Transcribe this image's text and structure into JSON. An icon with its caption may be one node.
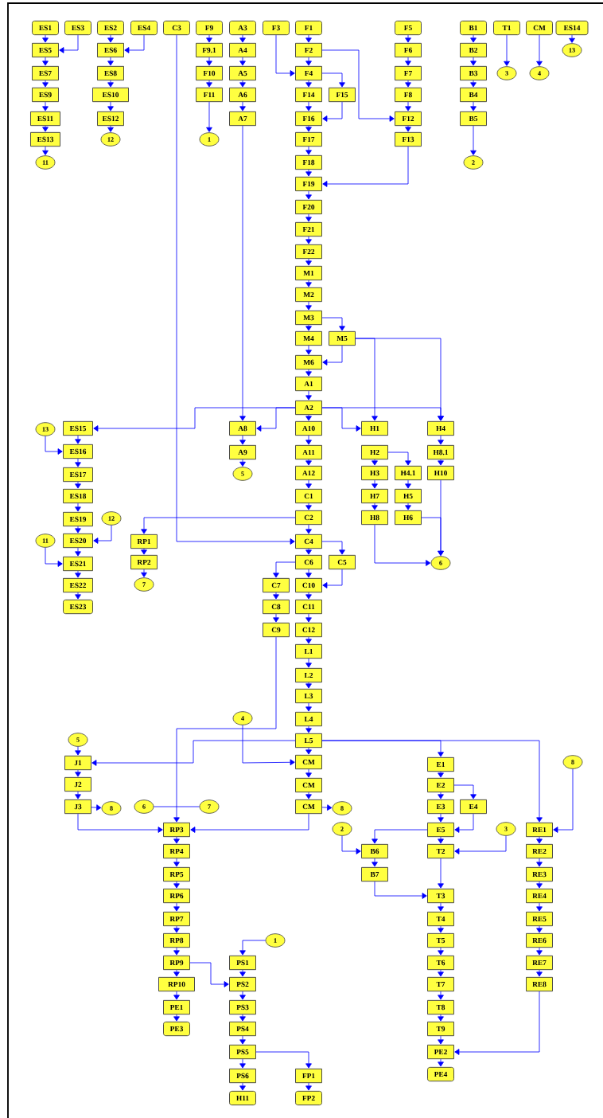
{
  "diagram": {
    "nodes": [
      {
        "text": [
          "ES1"
        ]
      },
      {
        "text": [
          "ES5"
        ]
      },
      {
        "text": [
          "ES7"
        ]
      },
      {
        "text": [
          "ES9"
        ]
      },
      {
        "text": [
          "ES11"
        ]
      },
      {
        "text": [
          "ES13"
        ]
      },
      {
        "text": [
          "11"
        ]
      },
      {
        "text": [
          "ES3"
        ]
      },
      {
        "text": [
          "ES2"
        ]
      },
      {
        "text": [
          "ES6"
        ]
      },
      {
        "text": [
          "ES8"
        ]
      },
      {
        "text": [
          "ES10"
        ]
      },
      {
        "text": [
          "ES12"
        ]
      },
      {
        "text": [
          "12"
        ]
      },
      {
        "text": [
          "ES4"
        ]
      },
      {
        "text": [
          "C3"
        ]
      },
      {
        "text": [
          "F9"
        ]
      },
      {
        "text": [
          "F9.1"
        ]
      },
      {
        "text": [
          "F10"
        ]
      },
      {
        "text": [
          "F11"
        ]
      },
      {
        "text": [
          "1"
        ]
      },
      {
        "text": [
          "A3"
        ]
      },
      {
        "text": [
          "A4"
        ]
      },
      {
        "text": [
          "A5"
        ]
      },
      {
        "text": [
          "A6"
        ]
      },
      {
        "text": [
          "A7"
        ]
      },
      {
        "text": [
          "F3"
        ]
      },
      {
        "text": [
          "F1"
        ]
      },
      {
        "text": [
          "F2"
        ]
      },
      {
        "text": [
          "F4"
        ]
      },
      {
        "text": [
          "F14"
        ]
      },
      {
        "text": [
          "F16"
        ]
      },
      {
        "text": [
          "F17"
        ]
      },
      {
        "text": [
          "F18"
        ]
      },
      {
        "text": [
          "F19"
        ]
      },
      {
        "text": [
          "F20"
        ]
      },
      {
        "text": [
          "F21"
        ]
      },
      {
        "text": [
          "F22"
        ]
      },
      {
        "text": [
          "M1"
        ]
      },
      {
        "text": [
          "M2"
        ]
      },
      {
        "text": [
          "M3"
        ]
      },
      {
        "text": [
          "M4"
        ]
      },
      {
        "text": [
          "M6"
        ]
      },
      {
        "text": [
          "A1"
        ]
      },
      {
        "text": [
          "A2"
        ]
      },
      {
        "text": [
          "A10"
        ]
      },
      {
        "text": [
          "A11"
        ]
      },
      {
        "text": [
          "A12"
        ]
      },
      {
        "text": [
          "C1"
        ]
      },
      {
        "text": [
          "C2"
        ]
      },
      {
        "text": [
          "C4"
        ]
      },
      {
        "text": [
          "C6"
        ]
      },
      {
        "text": [
          "C10"
        ]
      },
      {
        "text": [
          "C11"
        ]
      },
      {
        "text": [
          "C12"
        ]
      },
      {
        "text": [
          "L1"
        ]
      },
      {
        "text": [
          "L2"
        ]
      },
      {
        "text": [
          "L3"
        ]
      },
      {
        "text": [
          "L4"
        ]
      },
      {
        "text": [
          "L5"
        ]
      },
      {
        "text": [
          "CM"
        ]
      },
      {
        "text": [
          "CM"
        ]
      },
      {
        "text": [
          "CM"
        ]
      },
      {
        "text": [
          "F15"
        ]
      },
      {
        "text": [
          "M5"
        ]
      },
      {
        "text": [
          "C5"
        ]
      },
      {
        "text": [
          "F5"
        ]
      },
      {
        "text": [
          "F6"
        ]
      },
      {
        "text": [
          "F7"
        ]
      },
      {
        "text": [
          "F8"
        ]
      },
      {
        "text": [
          "F12"
        ]
      },
      {
        "text": [
          "F13"
        ]
      },
      {
        "text": [
          "B1"
        ]
      },
      {
        "text": [
          "B2"
        ]
      },
      {
        "text": [
          "B3"
        ]
      },
      {
        "text": [
          "B4"
        ]
      },
      {
        "text": [
          "B5"
        ]
      },
      {
        "text": [
          "2"
        ]
      },
      {
        "text": [
          "T1"
        ]
      },
      {
        "text": [
          "3"
        ]
      },
      {
        "text": [
          "CM"
        ]
      },
      {
        "text": [
          "4"
        ]
      },
      {
        "text": [
          "ES14"
        ]
      },
      {
        "text": [
          "13"
        ]
      },
      {
        "text": [
          "13"
        ]
      },
      {
        "text": [
          "ES15"
        ]
      },
      {
        "text": [
          "ES16"
        ]
      },
      {
        "text": [
          "ES17"
        ]
      },
      {
        "text": [
          "ES18"
        ]
      },
      {
        "text": [
          "ES19"
        ]
      },
      {
        "text": [
          "ES20"
        ]
      },
      {
        "text": [
          "ES21"
        ]
      },
      {
        "text": [
          "ES22"
        ]
      },
      {
        "text": [
          "ES23"
        ]
      },
      {
        "text": [
          "12"
        ]
      },
      {
        "text": [
          "11"
        ]
      },
      {
        "text": [
          "RP1"
        ]
      },
      {
        "text": [
          "RP2"
        ]
      },
      {
        "text": [
          "7"
        ]
      },
      {
        "text": [
          "A8"
        ]
      },
      {
        "text": [
          "A9"
        ]
      },
      {
        "text": [
          "5"
        ]
      },
      {
        "text": [
          "C7"
        ]
      },
      {
        "text": [
          "C8"
        ]
      },
      {
        "text": [
          "C9"
        ]
      },
      {
        "text": [
          "H1"
        ]
      },
      {
        "text": [
          "H2"
        ]
      },
      {
        "text": [
          "H3"
        ]
      },
      {
        "text": [
          "H7"
        ]
      },
      {
        "text": [
          "H8"
        ]
      },
      {
        "text": [
          "H4.1"
        ]
      },
      {
        "text": [
          "H5"
        ]
      },
      {
        "text": [
          "H6"
        ]
      },
      {
        "text": [
          "H4"
        ]
      },
      {
        "text": [
          "H8.1"
        ]
      },
      {
        "text": [
          "H10"
        ]
      },
      {
        "text": [
          "6"
        ]
      },
      {
        "text": [
          "4"
        ]
      },
      {
        "text": [
          "5"
        ]
      },
      {
        "text": [
          "J1"
        ]
      },
      {
        "text": [
          "J2"
        ]
      },
      {
        "text": [
          "J3"
        ]
      },
      {
        "text": [
          "8"
        ]
      },
      {
        "text": [
          "6"
        ]
      },
      {
        "text": [
          "7"
        ]
      },
      {
        "text": [
          "RP3"
        ]
      },
      {
        "text": [
          "RP4"
        ]
      },
      {
        "text": [
          "RP5"
        ]
      },
      {
        "text": [
          "RP6"
        ]
      },
      {
        "text": [
          "RP7"
        ]
      },
      {
        "text": [
          "RP8"
        ]
      },
      {
        "text": [
          "RP9"
        ]
      },
      {
        "text": [
          "RP10"
        ]
      },
      {
        "text": [
          "PE1"
        ]
      },
      {
        "text": [
          "PE3"
        ]
      },
      {
        "text": [
          "1"
        ]
      },
      {
        "text": [
          "PS1"
        ]
      },
      {
        "text": [
          "PS2"
        ]
      },
      {
        "text": [
          "PS3"
        ]
      },
      {
        "text": [
          "PS4"
        ]
      },
      {
        "text": [
          "PS5"
        ]
      },
      {
        "text": [
          "PS6"
        ]
      },
      {
        "text": [
          "H11"
        ]
      },
      {
        "text": [
          "FP1"
        ]
      },
      {
        "text": [
          "FP2"
        ]
      },
      {
        "text": [
          "8"
        ]
      },
      {
        "text": [
          "2"
        ]
      },
      {
        "text": [
          "B6"
        ]
      },
      {
        "text": [
          "B7"
        ]
      },
      {
        "text": [
          "E1"
        ]
      },
      {
        "text": [
          "E2"
        ]
      },
      {
        "text": [
          "E3"
        ]
      },
      {
        "text": [
          "E4"
        ]
      },
      {
        "text": [
          "E5"
        ]
      },
      {
        "text": [
          "T2"
        ]
      },
      {
        "text": [
          "3"
        ]
      },
      {
        "text": [
          "T3"
        ]
      },
      {
        "text": [
          "T4"
        ]
      },
      {
        "text": [
          "T5"
        ]
      },
      {
        "text": [
          "T6"
        ]
      },
      {
        "text": [
          "T7"
        ]
      },
      {
        "text": [
          "T8"
        ]
      },
      {
        "text": [
          "T9"
        ]
      },
      {
        "text": [
          "PE2"
        ]
      },
      {
        "text": [
          "PE4"
        ]
      },
      {
        "text": [
          "8"
        ]
      },
      {
        "text": [
          "RE1"
        ]
      },
      {
        "text": [
          "RE2"
        ]
      },
      {
        "text": [
          "RE3"
        ]
      },
      {
        "text": [
          "RE4"
        ]
      },
      {
        "text": [
          "RE5"
        ]
      },
      {
        "text": [
          "RE6"
        ]
      },
      {
        "text": [
          "RE7"
        ]
      },
      {
        "text": [
          "RE8"
        ]
      }
    ],
    "edges": [
      {
        "from": 0,
        "to": 1,
        "arrow": "to"
      },
      {
        "from": 7,
        "to": 1,
        "arrow": "to"
      },
      {
        "from": 1,
        "to": 2,
        "arrow": "to"
      },
      {
        "from": 2,
        "to": 3,
        "arrow": "to"
      },
      {
        "from": 3,
        "to": 4,
        "arrow": "to"
      },
      {
        "from": 4,
        "to": 5,
        "arrow": "to"
      },
      {
        "from": 5,
        "to": 6,
        "arrow": "to"
      },
      {
        "from": 8,
        "to": 9,
        "arrow": "to"
      },
      {
        "from": 14,
        "to": 9,
        "arrow": "to"
      },
      {
        "from": 9,
        "to": 10,
        "arrow": "to"
      },
      {
        "from": 10,
        "to": 11,
        "arrow": "to"
      },
      {
        "from": 11,
        "to": 12,
        "arrow": "to"
      },
      {
        "from": 12,
        "to": 13,
        "arrow": "to"
      },
      {
        "from": 15,
        "to": 50,
        "arrow": "to"
      },
      {
        "from": 16,
        "to": 17,
        "arrow": "to"
      },
      {
        "from": 17,
        "to": 18,
        "arrow": "to"
      },
      {
        "from": 18,
        "to": 19,
        "arrow": "to"
      },
      {
        "from": 19,
        "to": 20,
        "arrow": "to"
      },
      {
        "from": 21,
        "to": 22,
        "arrow": "to"
      },
      {
        "from": 22,
        "to": 23,
        "arrow": "to"
      },
      {
        "from": 23,
        "to": 24,
        "arrow": "to"
      },
      {
        "from": 24,
        "to": 25,
        "arrow": "to"
      },
      {
        "from": 25,
        "to": 99,
        "arrow": "to"
      },
      {
        "from": 26,
        "to": 29,
        "arrow": "to"
      },
      {
        "from": 27,
        "to": 28,
        "arrow": "to"
      },
      {
        "from": 28,
        "to": 29,
        "arrow": "to"
      },
      {
        "from": 29,
        "to": 30,
        "arrow": "to"
      },
      {
        "from": 29,
        "to": 63,
        "arrow": "to"
      },
      {
        "from": 28,
        "to": 70,
        "arrow": "to"
      },
      {
        "from": 30,
        "to": 31,
        "arrow": "to"
      },
      {
        "from": 63,
        "to": 31,
        "arrow": "to"
      },
      {
        "from": 31,
        "to": 32,
        "arrow": "to"
      },
      {
        "from": 32,
        "to": 33,
        "arrow": "to"
      },
      {
        "from": 33,
        "to": 34,
        "arrow": "to"
      },
      {
        "from": 71,
        "to": 34,
        "arrow": "to"
      },
      {
        "from": 34,
        "to": 35,
        "arrow": "to"
      },
      {
        "from": 35,
        "to": 36,
        "arrow": "to"
      },
      {
        "from": 36,
        "to": 37,
        "arrow": "to"
      },
      {
        "from": 37,
        "to": 38,
        "arrow": "to"
      },
      {
        "from": 38,
        "to": 39,
        "arrow": "to"
      },
      {
        "from": 39,
        "to": 40,
        "arrow": "to"
      },
      {
        "from": 40,
        "to": 41,
        "arrow": "to"
      },
      {
        "from": 40,
        "to": 64,
        "arrow": "to"
      },
      {
        "from": 41,
        "to": 42,
        "arrow": "to"
      },
      {
        "from": 64,
        "to": 42,
        "arrow": "to"
      },
      {
        "from": 64,
        "to": 105,
        "arrow": "to"
      },
      {
        "from": 64,
        "to": 113,
        "arrow": "to"
      },
      {
        "from": 42,
        "to": 43,
        "arrow": "to"
      },
      {
        "from": 43,
        "to": 44,
        "arrow": "to"
      },
      {
        "from": 44,
        "to": 45,
        "arrow": "to"
      },
      {
        "from": 44,
        "to": 105,
        "arrow": "to"
      },
      {
        "from": 44,
        "to": 113,
        "arrow": "to"
      },
      {
        "from": 44,
        "to": 99,
        "arrow": "to"
      },
      {
        "from": 44,
        "to": 85,
        "arrow": "to"
      },
      {
        "from": 45,
        "to": 46,
        "arrow": "to"
      },
      {
        "from": 46,
        "to": 47,
        "arrow": "to"
      },
      {
        "from": 47,
        "to": 48,
        "arrow": "to"
      },
      {
        "from": 48,
        "to": 49,
        "arrow": "to"
      },
      {
        "from": 49,
        "to": 50,
        "arrow": "to"
      },
      {
        "from": 49,
        "to": 96,
        "arrow": "to"
      },
      {
        "from": 50,
        "to": 51,
        "arrow": "to"
      },
      {
        "from": 50,
        "to": 65,
        "arrow": "to"
      },
      {
        "from": 51,
        "to": 52,
        "arrow": "to"
      },
      {
        "from": 65,
        "to": 52,
        "arrow": "to"
      },
      {
        "from": 51,
        "to": 102,
        "arrow": "to"
      },
      {
        "from": 52,
        "to": 53,
        "arrow": "to"
      },
      {
        "from": 53,
        "to": 54,
        "arrow": "to"
      },
      {
        "from": 54,
        "to": 55,
        "arrow": "to"
      },
      {
        "from": 55,
        "to": 56,
        "arrow": "to"
      },
      {
        "from": 56,
        "to": 57,
        "arrow": "to"
      },
      {
        "from": 57,
        "to": 58,
        "arrow": "to"
      },
      {
        "from": 58,
        "to": 59,
        "arrow": "to"
      },
      {
        "from": 59,
        "to": 60,
        "arrow": "to"
      },
      {
        "from": 60,
        "to": 61,
        "arrow": "to"
      },
      {
        "from": 61,
        "to": 62,
        "arrow": "to"
      },
      {
        "from": 62,
        "to": 145,
        "arrow": "to"
      },
      {
        "from": 62,
        "to": 125,
        "arrow": "to"
      },
      {
        "from": 59,
        "to": 119,
        "arrow": "to"
      },
      {
        "from": 59,
        "to": 149,
        "arrow": "to"
      },
      {
        "from": 59,
        "to": 166,
        "arrow": "to"
      },
      {
        "from": 66,
        "to": 67,
        "arrow": "to"
      },
      {
        "from": 67,
        "to": 68,
        "arrow": "to"
      },
      {
        "from": 68,
        "to": 69,
        "arrow": "to"
      },
      {
        "from": 69,
        "to": 70,
        "arrow": "to"
      },
      {
        "from": 70,
        "to": 71,
        "arrow": "to"
      },
      {
        "from": 72,
        "to": 73,
        "arrow": "to"
      },
      {
        "from": 73,
        "to": 74,
        "arrow": "to"
      },
      {
        "from": 74,
        "to": 75,
        "arrow": "to"
      },
      {
        "from": 75,
        "to": 76,
        "arrow": "to"
      },
      {
        "from": 76,
        "to": 77,
        "arrow": "to"
      },
      {
        "from": 78,
        "to": 79,
        "arrow": "to"
      },
      {
        "from": 80,
        "to": 81,
        "arrow": "to"
      },
      {
        "from": 82,
        "to": 83,
        "arrow": "to"
      },
      {
        "from": 84,
        "to": 86,
        "arrow": "to"
      },
      {
        "from": 85,
        "to": 86,
        "arrow": "to"
      },
      {
        "from": 86,
        "to": 87,
        "arrow": "to"
      },
      {
        "from": 87,
        "to": 88,
        "arrow": "to"
      },
      {
        "from": 88,
        "to": 89,
        "arrow": "to"
      },
      {
        "from": 89,
        "to": 90,
        "arrow": "to"
      },
      {
        "from": 94,
        "to": 90,
        "arrow": "to"
      },
      {
        "from": 90,
        "to": 91,
        "arrow": "to"
      },
      {
        "from": 95,
        "to": 91,
        "arrow": "to"
      },
      {
        "from": 91,
        "to": 92,
        "arrow": "to"
      },
      {
        "from": 92,
        "to": 93,
        "arrow": "to"
      },
      {
        "from": 96,
        "to": 97,
        "arrow": "to"
      },
      {
        "from": 97,
        "to": 98,
        "arrow": "to"
      },
      {
        "from": 99,
        "to": 100,
        "arrow": "to"
      },
      {
        "from": 100,
        "to": 101,
        "arrow": "to"
      },
      {
        "from": 102,
        "to": 103,
        "arrow": "to"
      },
      {
        "from": 103,
        "to": 104,
        "arrow": "to"
      },
      {
        "from": 104,
        "to": 125,
        "arrow": "to"
      },
      {
        "from": 106,
        "to": 107,
        "arrow": "to"
      },
      {
        "from": 106,
        "to": 110,
        "arrow": "to"
      },
      {
        "from": 107,
        "to": 108,
        "arrow": "to"
      },
      {
        "from": 108,
        "to": 109,
        "arrow": "to"
      },
      {
        "from": 109,
        "to": 116,
        "arrow": "to"
      },
      {
        "from": 110,
        "to": 111,
        "arrow": "to"
      },
      {
        "from": 111,
        "to": 112,
        "arrow": "to"
      },
      {
        "from": 112,
        "to": 116,
        "arrow": "to"
      },
      {
        "from": 113,
        "to": 114,
        "arrow": "to"
      },
      {
        "from": 114,
        "to": 115,
        "arrow": "to"
      },
      {
        "from": 115,
        "to": 116,
        "arrow": "to"
      },
      {
        "from": 117,
        "to": 60,
        "arrow": "to"
      },
      {
        "from": 118,
        "to": 119,
        "arrow": "to"
      },
      {
        "from": 119,
        "to": 120,
        "arrow": "to"
      },
      {
        "from": 120,
        "to": 121,
        "arrow": "to"
      },
      {
        "from": 121,
        "to": 122,
        "arrow": "to"
      },
      {
        "from": 123,
        "to": 124,
        "arrow": "none"
      },
      {
        "from": 121,
        "to": 125,
        "arrow": "to"
      },
      {
        "from": 125,
        "to": 126,
        "arrow": "to"
      },
      {
        "from": 126,
        "to": 127,
        "arrow": "to"
      },
      {
        "from": 127,
        "to": 128,
        "arrow": "to"
      },
      {
        "from": 128,
        "to": 129,
        "arrow": "to"
      },
      {
        "from": 129,
        "to": 130,
        "arrow": "to"
      },
      {
        "from": 130,
        "to": 131,
        "arrow": "to"
      },
      {
        "from": 131,
        "to": 132,
        "arrow": "to"
      },
      {
        "from": 132,
        "to": 133,
        "arrow": "to"
      },
      {
        "from": 133,
        "to": 134,
        "arrow": "to"
      },
      {
        "from": 131,
        "to": 137,
        "arrow": "to"
      },
      {
        "from": 135,
        "to": 136,
        "arrow": "to"
      },
      {
        "from": 136,
        "to": 137,
        "arrow": "to"
      },
      {
        "from": 137,
        "to": 138,
        "arrow": "to"
      },
      {
        "from": 138,
        "to": 139,
        "arrow": "to"
      },
      {
        "from": 139,
        "to": 140,
        "arrow": "to"
      },
      {
        "from": 140,
        "to": 141,
        "arrow": "to"
      },
      {
        "from": 141,
        "to": 142,
        "arrow": "to"
      },
      {
        "from": 140,
        "to": 143,
        "arrow": "to"
      },
      {
        "from": 143,
        "to": 144,
        "arrow": "to"
      },
      {
        "from": 146,
        "to": 147,
        "arrow": "to"
      },
      {
        "from": 147,
        "to": 148,
        "arrow": "to"
      },
      {
        "from": 148,
        "to": 156,
        "arrow": "to"
      },
      {
        "from": 149,
        "to": 150,
        "arrow": "to"
      },
      {
        "from": 150,
        "to": 151,
        "arrow": "to"
      },
      {
        "from": 150,
        "to": 152,
        "arrow": "to"
      },
      {
        "from": 151,
        "to": 153,
        "arrow": "to"
      },
      {
        "from": 152,
        "to": 153,
        "arrow": "to"
      },
      {
        "from": 153,
        "to": 147,
        "arrow": "to"
      },
      {
        "from": 153,
        "to": 154,
        "arrow": "to"
      },
      {
        "from": 155,
        "to": 154,
        "arrow": "to"
      },
      {
        "from": 154,
        "to": 156,
        "arrow": "to"
      },
      {
        "from": 156,
        "to": 157,
        "arrow": "to"
      },
      {
        "from": 157,
        "to": 158,
        "arrow": "to"
      },
      {
        "from": 158,
        "to": 159,
        "arrow": "to"
      },
      {
        "from": 159,
        "to": 160,
        "arrow": "to"
      },
      {
        "from": 160,
        "to": 161,
        "arrow": "to"
      },
      {
        "from": 161,
        "to": 162,
        "arrow": "to"
      },
      {
        "from": 162,
        "to": 163,
        "arrow": "to"
      },
      {
        "from": 163,
        "to": 164,
        "arrow": "to"
      },
      {
        "from": 165,
        "to": 166,
        "arrow": "to"
      },
      {
        "from": 166,
        "to": 167,
        "arrow": "to"
      },
      {
        "from": 167,
        "to": 168,
        "arrow": "to"
      },
      {
        "from": 168,
        "to": 169,
        "arrow": "to"
      },
      {
        "from": 169,
        "to": 170,
        "arrow": "to"
      },
      {
        "from": 170,
        "to": 171,
        "arrow": "to"
      },
      {
        "from": 171,
        "to": 172,
        "arrow": "to"
      },
      {
        "from": 172,
        "to": 173,
        "arrow": "to"
      },
      {
        "from": 173,
        "to": 163,
        "arrow": "to"
      }
    ]
  }
}
